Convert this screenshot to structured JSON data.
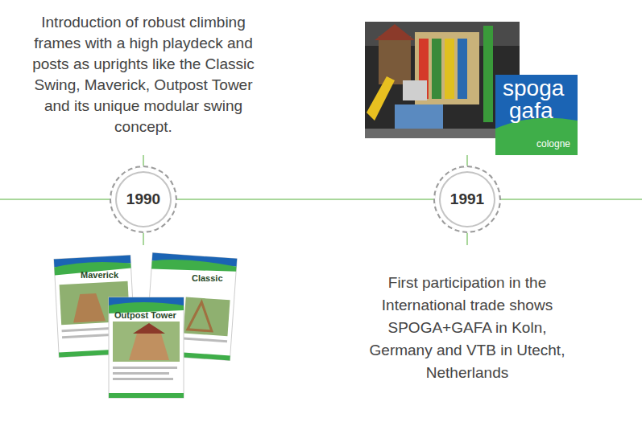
{
  "diagram": {
    "nodes": [
      {
        "text": [
          "1990"
        ]
      },
      {
        "text": [
          "1991"
        ]
      }
    ],
    "edges": [
      {
        "from": 0,
        "to": 1,
        "arrow": "none"
      }
    ],
    "labels": [
      "Introduction of robust climbing frames with a high playdeck and posts as uprights like the Classic Swing, Maverick, Outpost Tower and its unique modular swing concept.",
      "First participation in the International trade shows SPOGA+GAFA in Koln, Germany and VTB in Utecht, Netherlands",
      "spoga",
      "gafa",
      "cologne",
      "Maverick",
      "Classic",
      "Outpost Tower"
    ]
  }
}
